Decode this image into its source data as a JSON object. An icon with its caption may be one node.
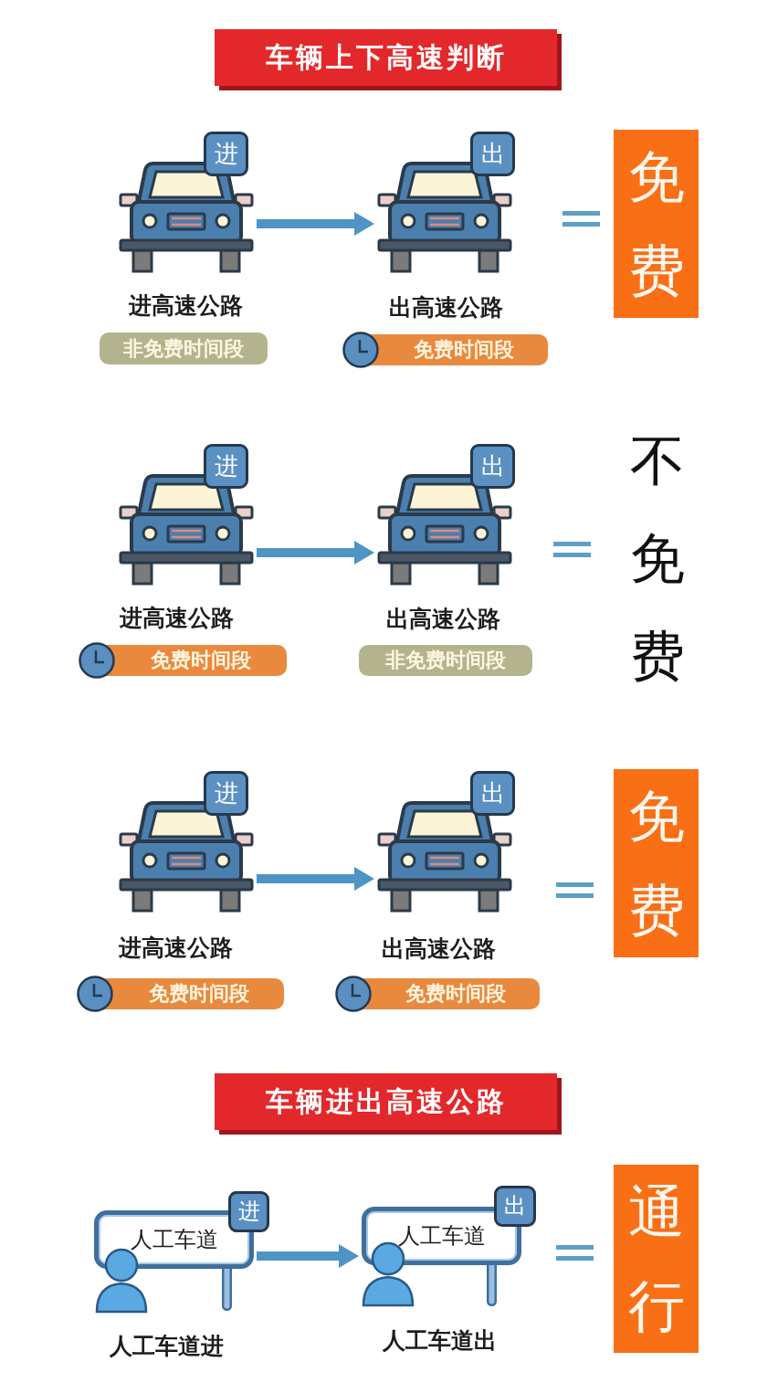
{
  "diagram": {
    "nodes": [
      {
        "text": [
          "车辆上下高速判断"
        ]
      },
      {
        "text": [],
        "shape": "picture",
        "beside": [
          "进高速公路"
        ]
      },
      {
        "text": [
          "进"
        ]
      },
      {
        "text": [
          "非免费时间段"
        ]
      },
      {
        "text": [],
        "shape": "picture",
        "beside": [
          "出高速公路"
        ]
      },
      {
        "text": [
          "出"
        ]
      },
      {
        "text": [
          "免费时间段"
        ]
      },
      {
        "text": [
          "免费"
        ]
      },
      {
        "text": [],
        "shape": "picture",
        "beside": [
          "进高速公路"
        ]
      },
      {
        "text": [
          "进"
        ]
      },
      {
        "text": [
          "免费时间段"
        ]
      },
      {
        "text": [],
        "shape": "picture",
        "beside": [
          "出高速公路"
        ]
      },
      {
        "text": [
          "出"
        ]
      },
      {
        "text": [
          "非免费时间段"
        ]
      },
      {
        "text": [],
        "shape": "picture",
        "beside": [
          "进高速公路"
        ]
      },
      {
        "text": [
          "进"
        ]
      },
      {
        "text": [
          "免费时间段"
        ]
      },
      {
        "text": [],
        "shape": "picture",
        "beside": [
          "出高速公路"
        ]
      },
      {
        "text": [
          "出"
        ]
      },
      {
        "text": [
          "免费时间段"
        ]
      },
      {
        "text": [
          "免费"
        ]
      },
      {
        "text": [
          "车辆进出高速公路"
        ]
      },
      {
        "text": [
          "人工车道"
        ],
        "beside": [
          "人工车道进"
        ]
      },
      {
        "text": [
          "进"
        ]
      },
      {
        "text": [
          "人工车道"
        ],
        "beside": [
          "人工车道出"
        ]
      },
      {
        "text": [
          "出"
        ]
      },
      {
        "text": [
          "通行"
        ]
      }
    ],
    "edges": [
      {
        "from": 1,
        "to": 4,
        "arrow": "to"
      },
      {
        "from": 8,
        "to": 11,
        "arrow": "to"
      },
      {
        "from": 14,
        "to": 17,
        "arrow": "to"
      },
      {
        "from": 22,
        "to": 24,
        "arrow": "to"
      }
    ],
    "labels": [
      "不免费"
    ]
  }
}
